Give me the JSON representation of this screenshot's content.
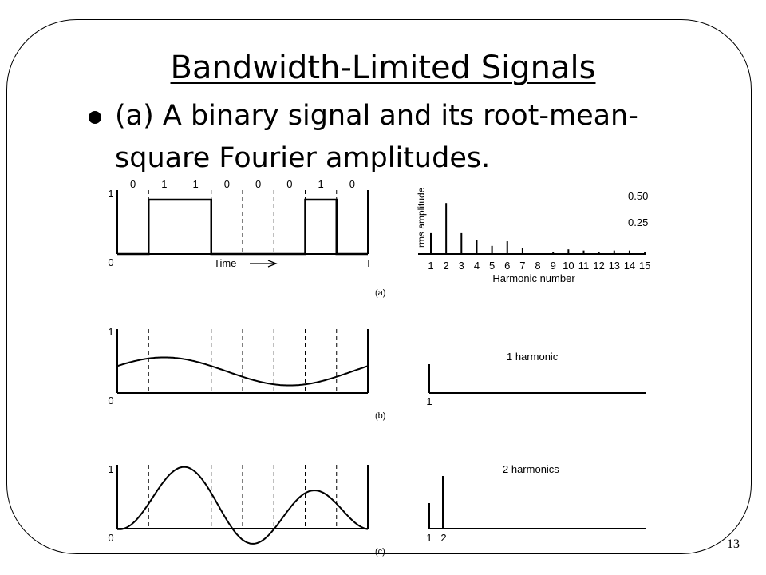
{
  "slide": {
    "title": "Bandwidth-Limited Signals",
    "bullet_line1": "(a) A binary signal and its root-mean-",
    "bullet_line2": "square Fourier amplitudes.",
    "page_number": "13"
  },
  "panel_a": {
    "bits": [
      "0",
      "1",
      "1",
      "0",
      "0",
      "0",
      "1",
      "0"
    ],
    "signal_levels": [
      0,
      1,
      1,
      0,
      0,
      0,
      1,
      0
    ],
    "y_top_label": "1",
    "y_bottom_label": "0",
    "time_label": "Time",
    "end_label": "T",
    "caption": "(a)",
    "spectrum": {
      "ylabel": "rms amplitude",
      "ref_label_high": "0.50",
      "ref_label_low": "0.25",
      "xlabel": "Harmonic number",
      "harmonics": [
        "1",
        "2",
        "3",
        "4",
        "5",
        "6",
        "7",
        "8",
        "9",
        "10",
        "11",
        "12",
        "13",
        "14",
        "15"
      ],
      "amplitudes": [
        0.18,
        0.44,
        0.18,
        0.12,
        0.07,
        0.11,
        0.05,
        0.0,
        0.02,
        0.04,
        0.03,
        0.02,
        0.03,
        0.03,
        0.02
      ]
    }
  },
  "panel_b": {
    "y_top_label": "1",
    "y_bottom_label": "0",
    "caption": "(b)",
    "spectrum_title": "1 harmonic",
    "harmonic_labels": [
      "1"
    ]
  },
  "panel_c": {
    "y_top_label": "1",
    "y_bottom_label": "0",
    "caption": "(c)",
    "spectrum_title": "2 harmonics",
    "harmonic_labels": [
      "1",
      "2"
    ]
  }
}
